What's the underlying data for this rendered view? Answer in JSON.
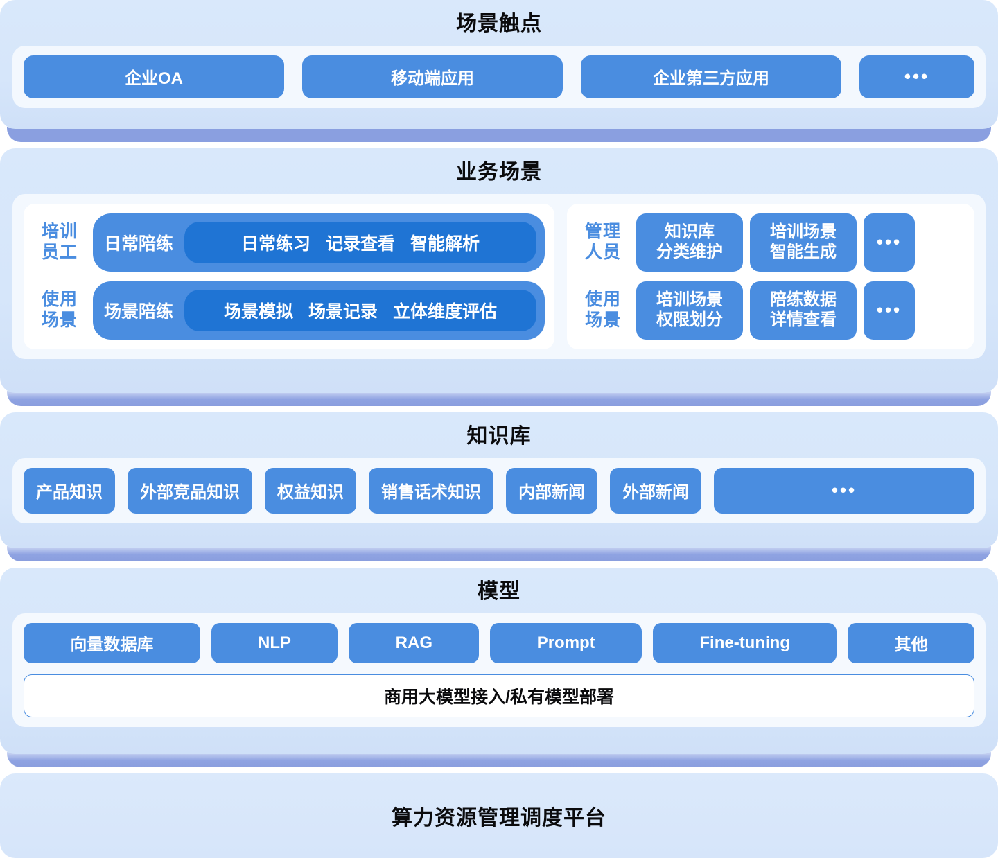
{
  "diagram": {
    "title_color": "#0b0b0d",
    "accent_blue": "#4a8de0",
    "deep_blue": "#1f74d4",
    "panel_blue": "#d9e8fb",
    "shadow_bar": "#8a9fe0",
    "ellipsis": "•••"
  },
  "layers": [
    {
      "id": "touchpoints",
      "title": "场景触点",
      "items": [
        {
          "label": "企业OA"
        },
        {
          "label": "移动端应用"
        },
        {
          "label": "企业第三方应用"
        },
        {
          "label": "•••"
        }
      ]
    },
    {
      "id": "business",
      "title": "业务场景",
      "left_group": {
        "rows": [
          {
            "role": "培训\n员工",
            "role_line1": "培训",
            "role_line2": "员工",
            "lead": "日常陪练",
            "tags": [
              "日常练习",
              "记录查看",
              "智能解析"
            ]
          },
          {
            "role": "使用\n场景",
            "role_line1": "使用",
            "role_line2": "场景",
            "lead": "场景陪练",
            "tags": [
              "场景模拟",
              "场景记录",
              "立体维度评估"
            ]
          }
        ]
      },
      "right_group": {
        "rows": [
          {
            "role_line1": "管理",
            "role_line2": "人员",
            "items": [
              {
                "line1": "知识库",
                "line2": "分类维护"
              },
              {
                "line1": "培训场景",
                "line2": "智能生成"
              },
              {
                "line1": "•••",
                "line2": ""
              }
            ]
          },
          {
            "role_line1": "使用",
            "role_line2": "场景",
            "items": [
              {
                "line1": "培训场景",
                "line2": "权限划分"
              },
              {
                "line1": "陪练数据",
                "line2": "详情查看"
              },
              {
                "line1": "•••",
                "line2": ""
              }
            ]
          }
        ]
      }
    },
    {
      "id": "knowledge",
      "title": "知识库",
      "items": [
        {
          "label": "产品知识"
        },
        {
          "label": "外部竞品知识"
        },
        {
          "label": "权益知识"
        },
        {
          "label": "销售话术知识"
        },
        {
          "label": "内部新闻"
        },
        {
          "label": "外部新闻"
        },
        {
          "label": "•••"
        }
      ]
    },
    {
      "id": "model",
      "title": "模型",
      "items": [
        {
          "label": "向量数据库"
        },
        {
          "label": "NLP"
        },
        {
          "label": "RAG"
        },
        {
          "label": "Prompt"
        },
        {
          "label": "Fine-tuning"
        },
        {
          "label": "其他"
        }
      ],
      "band_label": "商用大模型接入/私有模型部署"
    },
    {
      "id": "compute",
      "title": "算力资源管理调度平台"
    }
  ]
}
